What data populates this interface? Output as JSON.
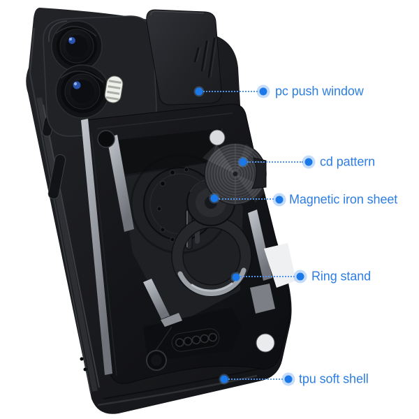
{
  "background": "#ffffff",
  "accent": {
    "label_text_color": "#2d7de2",
    "dot_color": "#1a78e8",
    "halo_color": "rgba(125,178,242,0.45)",
    "line_color": "#5093ea"
  },
  "callouts": [
    {
      "id": "pc-push-window",
      "label": "pc push window"
    },
    {
      "id": "cd-pattern",
      "label": "cd pattern"
    },
    {
      "id": "magnetic-iron-sheet",
      "label": "Magnetic iron sheet"
    },
    {
      "id": "ring-stand",
      "label": "Ring stand"
    },
    {
      "id": "tpu-soft-shell",
      "label": "tpu soft shell"
    }
  ]
}
